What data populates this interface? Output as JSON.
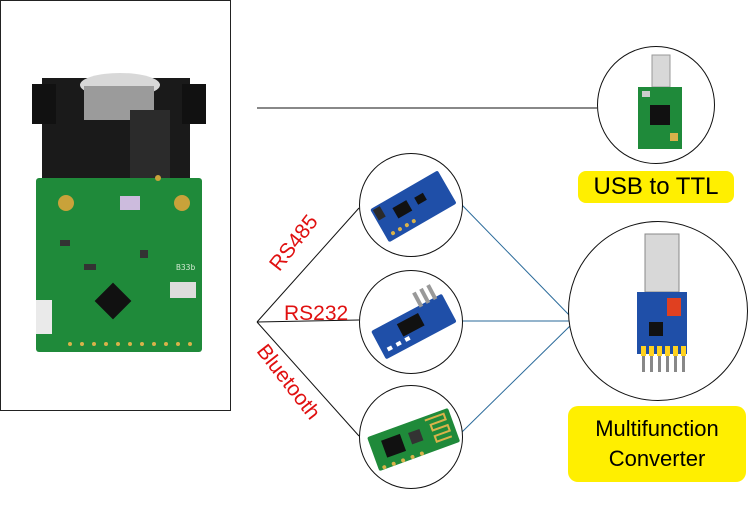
{
  "labels": {
    "rs485": "RS485",
    "rs232": "RS232",
    "bluetooth": "Bluetooth",
    "usb_to_ttl": "USB to TTL",
    "multifunction_line1": "Multifunction",
    "multifunction_line2": "Converter",
    "board_marking": "B33b"
  },
  "colors": {
    "pcb_green": "#1f8a3a",
    "pcb_blue": "#1f4fa8",
    "label_red": "#e01010",
    "highlight_yellow": "#ffef00"
  }
}
